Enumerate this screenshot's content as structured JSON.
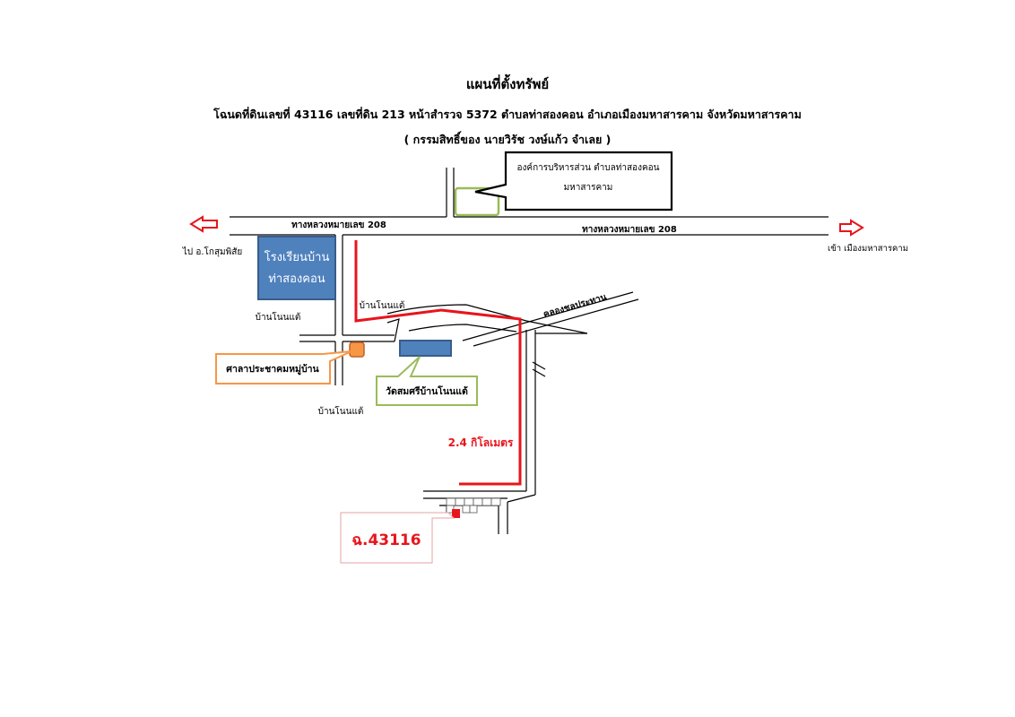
{
  "title": "แผนที่ตั้งทรัพย์",
  "subtitle": "โฉนดที่ดินเลขที่ 43116 เลขที่ดิน 213 หน้าสำรวจ 5372 ตำบลท่าสองคอน  อำเภอเมืองมหาสารคาม จังหวัดมหาสารคาม",
  "owner_line": "( กรรมสิทธิ์ของ นายวิรัช  วงษ์แก้ว จำเลย )",
  "labels": {
    "tao_office": [
      "องค์การบริหารส่วน ตำบลท่าสองคอน",
      "มหาสารคาม"
    ],
    "highway_left": "ทางหลวงหมายเลข 208",
    "highway_right": "ทางหลวงหมายเลข 208",
    "to_west": "ไป อ.โกสุมพิสัย",
    "to_east": "เข้า เมืองมหาสารคาม",
    "school": [
      "โรงเรียนบ้าน",
      "ท่าสองคอน"
    ],
    "ban_non_tae_1": "บ้านโนนแต้",
    "ban_non_tae_2": "บ้านโนนแต้",
    "ban_non_tae_3": "บ้านโนนแต้",
    "canal": "คลองชลประทาน",
    "hall": "ศาลาประชาคมหมู่บ้าน",
    "temple": "วัดสมศรีบ้านโนนแต้",
    "distance": "2.4 กิโลเมตร",
    "parcel": "ฉ.43116"
  },
  "colors": {
    "route": "#e8141c",
    "building_blue": "#4f81bd",
    "building_border": "#385d8a",
    "hall_orange": "#f79646",
    "green_callout": "#9bbb59",
    "parcel_red": "#e8141c",
    "parcel_border": "#e6a3a3"
  }
}
